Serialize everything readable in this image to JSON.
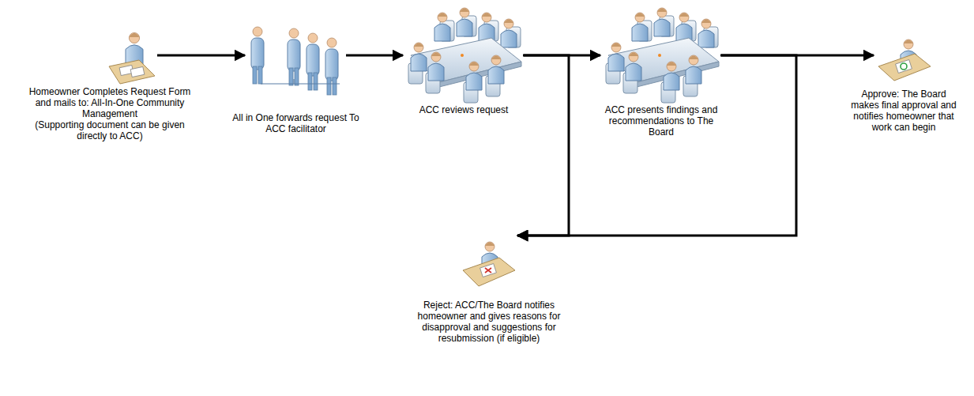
{
  "diagram": {
    "nodes": [
      {
        "text": [
          "Homeowner Completes Request Form and mails to: All-In-One Community Management",
          "(Supporting document can be given directly to ACC)"
        ]
      },
      {
        "text": [
          "All in One forwards request To ACC facilitator"
        ]
      },
      {
        "text": [
          "ACC reviews request"
        ]
      },
      {
        "text": [
          "ACC presents findings and recommendations to The Board"
        ]
      },
      {
        "text": [
          "Approve: The Board makes final approval and notifies homeowner that work can begin"
        ]
      },
      {
        "text": [
          "Reject: ACC/The Board notifies homeowner and gives reasons for disapproval and suggestions for resubmission (if eligible)"
        ]
      }
    ],
    "edges": [
      {
        "from": 0,
        "to": 1,
        "arrow": "to"
      },
      {
        "from": 1,
        "to": 2,
        "arrow": "to"
      },
      {
        "from": 2,
        "to": 3,
        "arrow": "to"
      },
      {
        "from": 3,
        "to": 4,
        "arrow": "to"
      },
      {
        "from": 2,
        "to": 5,
        "arrow": "to"
      },
      {
        "from": 3,
        "to": 5,
        "arrow": "to"
      }
    ]
  }
}
